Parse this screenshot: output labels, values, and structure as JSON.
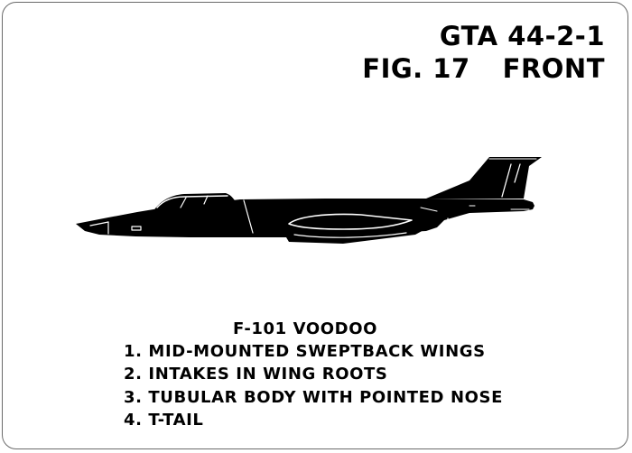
{
  "header": {
    "gta": "GTA 44-2-1",
    "fig": "FIG. 17",
    "view": "FRONT"
  },
  "aircraft": {
    "icon": "f-101-voodoo-side-silhouette-icon",
    "color": "#000000"
  },
  "caption": {
    "name": "F-101 VOODOO",
    "features": [
      "1. MID-MOUNTED SWEPTBACK WINGS",
      "2. INTAKES IN WING ROOTS",
      "3. TUBULAR BODY WITH POINTED NOSE",
      "4. T-TAIL"
    ]
  }
}
